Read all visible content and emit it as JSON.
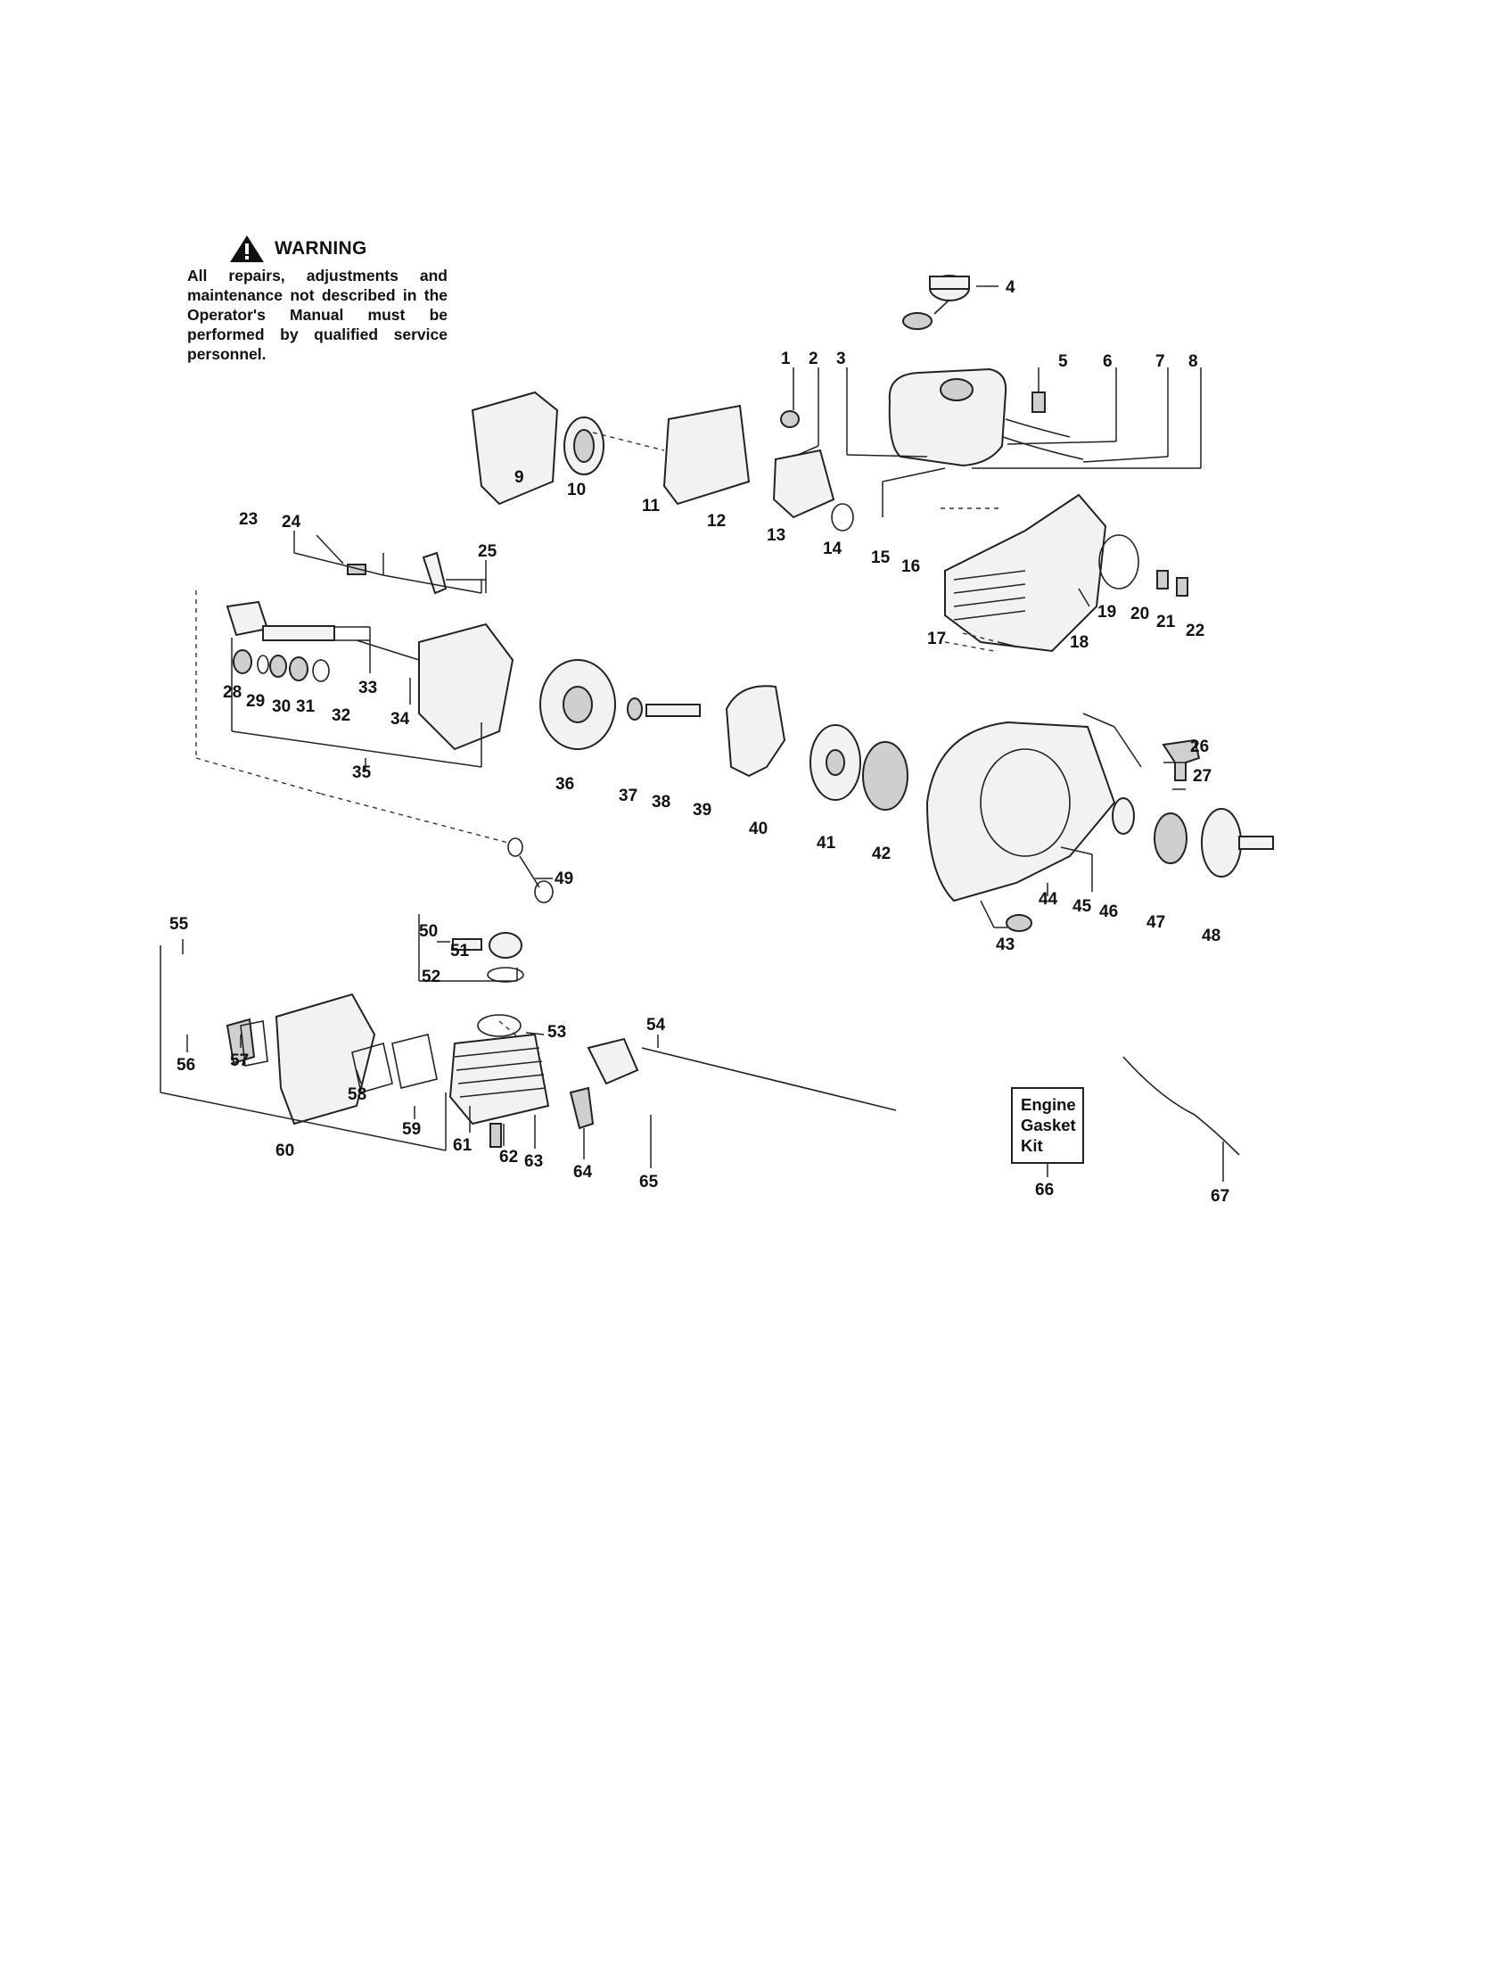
{
  "warning": {
    "title": "WARNING",
    "text": "All repairs, adjustments and maintenance not described in the Operator's Manual must be performed by qualified service personnel."
  },
  "kit_box": {
    "line1": "Engine",
    "line2": "Gasket",
    "line3": "Kit"
  },
  "callouts": [
    "1",
    "2",
    "3",
    "4",
    "5",
    "6",
    "7",
    "8",
    "9",
    "10",
    "11",
    "12",
    "13",
    "14",
    "15",
    "16",
    "17",
    "18",
    "19",
    "20",
    "21",
    "22",
    "23",
    "24",
    "25",
    "26",
    "27",
    "28",
    "29",
    "30",
    "31",
    "32",
    "33",
    "34",
    "35",
    "36",
    "37",
    "38",
    "39",
    "40",
    "41",
    "42",
    "43",
    "44",
    "45",
    "46",
    "47",
    "48",
    "49",
    "50",
    "51",
    "52",
    "53",
    "54",
    "55",
    "56",
    "57",
    "58",
    "59",
    "60",
    "61",
    "62",
    "63",
    "64",
    "65",
    "66",
    "67"
  ]
}
